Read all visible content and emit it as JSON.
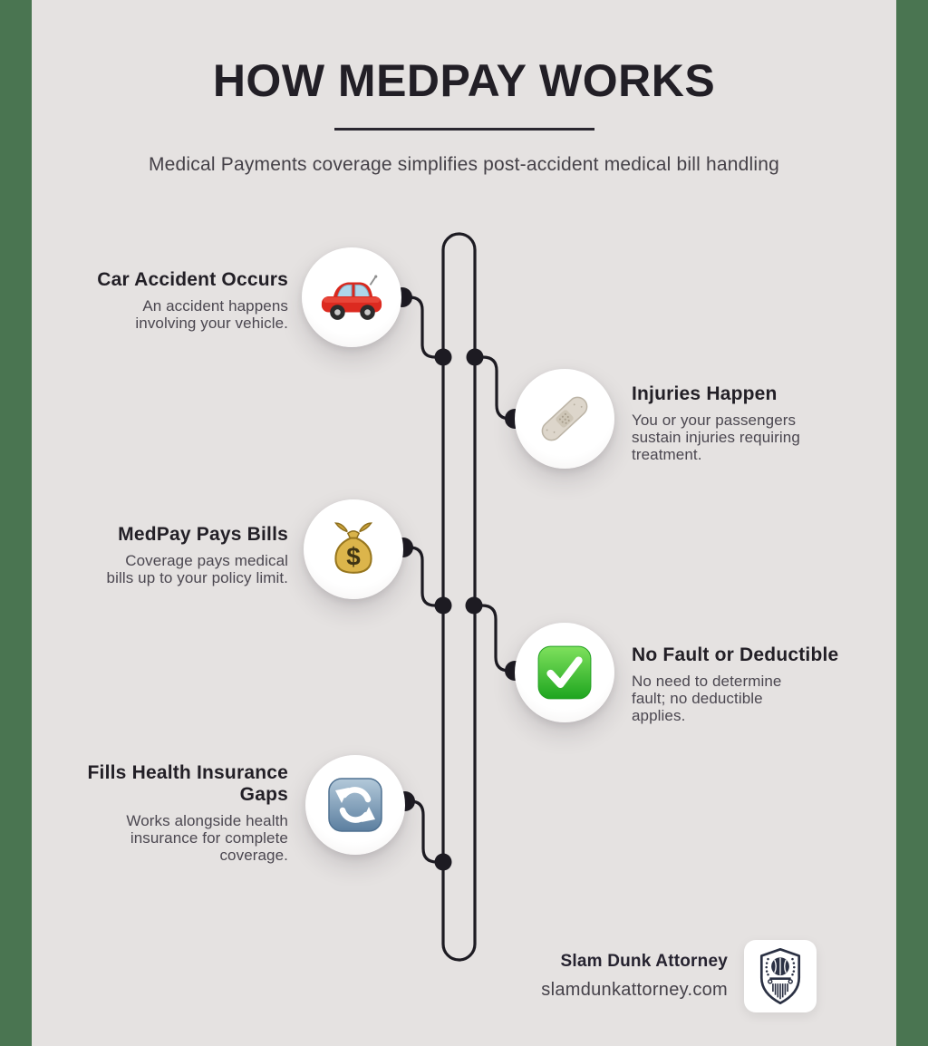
{
  "theme": {
    "background": "#e5e2e1",
    "side_strip": "#4a7551",
    "ink": "#221f26",
    "body_text": "#4b4750",
    "timeline": "#1d1b22",
    "card": "#ffffff",
    "check_green": "#2db02d",
    "refresh_blue": "#5d7f9f",
    "car_red": "#dc2a20",
    "money_gold": "#dcb54b"
  },
  "header": {
    "title": "HOW MEDPAY WORKS",
    "subtitle": "Medical Payments coverage simplifies post-accident medical bill handling"
  },
  "steps": [
    {
      "title": "Car Accident Occurs",
      "body": "An accident happens\ninvolving your vehicle.",
      "icon": "red-car-emoji",
      "side": "left"
    },
    {
      "title": "Injuries Happen",
      "body": "You or your passengers\nsustain injuries requiring\ntreatment.",
      "icon": "adhesive-bandage-emoji",
      "side": "right"
    },
    {
      "title": "MedPay Pays Bills",
      "body": "Coverage pays medical\nbills up to your policy limit.",
      "icon": "money-bag-emoji",
      "side": "left"
    },
    {
      "title": "No Fault or Deductible",
      "body": "No need to determine\nfault; no deductible\napplies.",
      "icon": "check-mark-button-emoji",
      "side": "right"
    },
    {
      "title": "Fills Health Insurance\nGaps",
      "body": "Works alongside health\ninsurance for complete\ncoverage.",
      "icon": "counterclockwise-arrows-emoji",
      "side": "left"
    }
  ],
  "footer": {
    "brand": "Slam Dunk Attorney",
    "website": "slamdunkattorney.com",
    "logo": "basketball-laurel-shield"
  }
}
